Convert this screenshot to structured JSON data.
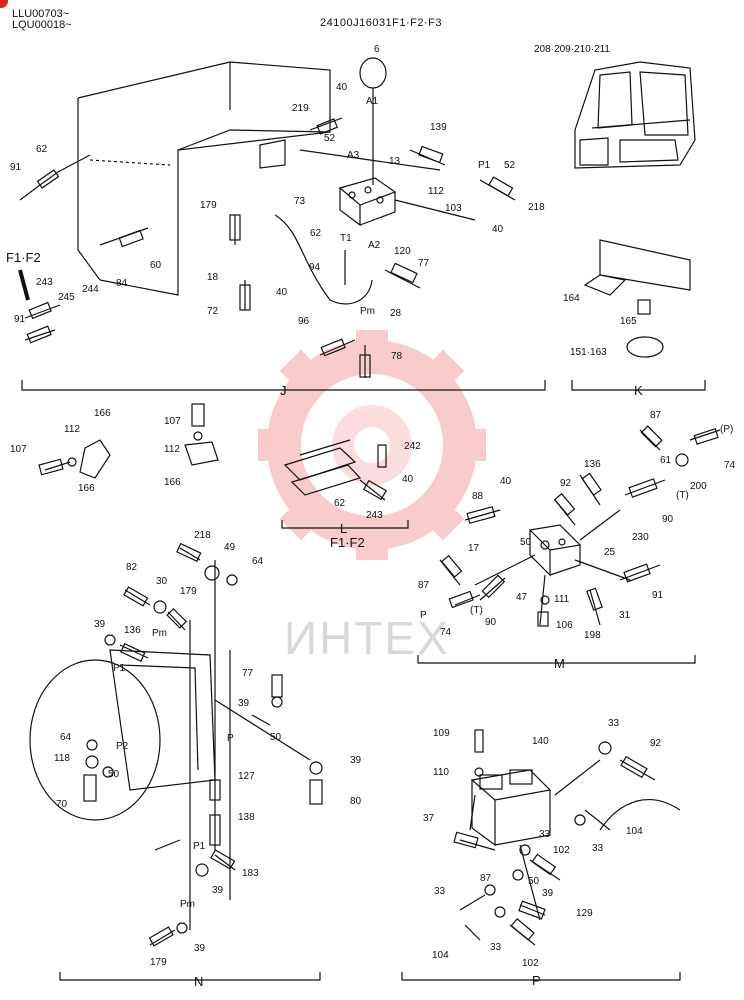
{
  "header": {
    "serials": [
      "LLU00703~",
      "LQU00018~"
    ],
    "drawing_number": "24100J16031F1·F2·F3"
  },
  "watermark": {
    "text": "ИНТЕХ",
    "color": "#f08080"
  },
  "sections": {
    "J": {
      "name": "J",
      "callouts": [
        "6",
        "A1",
        "40",
        "219",
        "52",
        "A3",
        "13",
        "139",
        "P1",
        "52",
        "62",
        "91",
        "73",
        "112",
        "103",
        "218",
        "40",
        "179",
        "62",
        "T1",
        "A2",
        "120",
        "F1·F2",
        "77",
        "18",
        "94",
        "84",
        "60",
        "40",
        "72",
        "243",
        "245",
        "244",
        "91",
        "96",
        "Pm",
        "28",
        "78"
      ]
    },
    "K": {
      "name": "K",
      "callouts": [
        "208·209·210·211",
        "164",
        "165",
        "151·163"
      ]
    },
    "L": {
      "name": "L",
      "note": "F1·F2",
      "callouts": [
        "166",
        "107",
        "112",
        "107",
        "112",
        "166",
        "166",
        "242",
        "40",
        "62",
        "243"
      ]
    },
    "M": {
      "name": "M",
      "callouts": [
        "87",
        "(P)",
        "74",
        "61",
        "200",
        "136",
        "(T)",
        "40",
        "92",
        "88",
        "90",
        "230",
        "25",
        "17",
        "50",
        "87",
        "47",
        "111",
        "91",
        "(T)",
        "106",
        "31",
        "74",
        "90",
        "198",
        "P"
      ]
    },
    "N": {
      "name": "N",
      "callouts": [
        "218",
        "49",
        "64",
        "82",
        "30",
        "179",
        "39",
        "136",
        "Pm",
        "P1",
        "77",
        "39",
        "50",
        "64",
        "118",
        "P2",
        "P",
        "50",
        "39",
        "127",
        "70",
        "80",
        "138",
        "P1",
        "183",
        "39",
        "Pm",
        "179",
        "39"
      ]
    },
    "P": {
      "name": "P",
      "callouts": [
        "109",
        "140",
        "33",
        "92",
        "110",
        "37",
        "104",
        "33",
        "33",
        "102",
        "87",
        "50",
        "33",
        "39",
        "129",
        "104",
        "33",
        "102"
      ]
    }
  }
}
